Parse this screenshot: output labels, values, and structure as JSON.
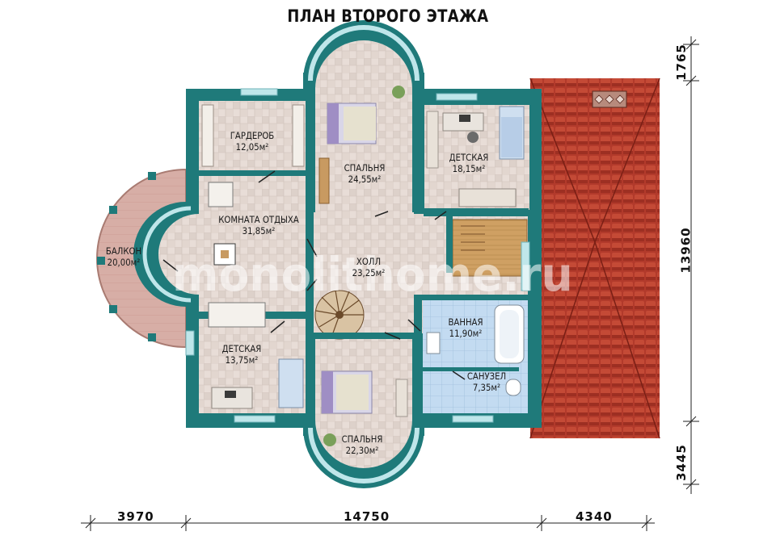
{
  "title": "ПЛАН ВТОРОГО ЭТАЖА",
  "watermark": "monolithome.ru",
  "rooms": [
    {
      "name": "ГАРДЕРОБ",
      "area": "12,05м²"
    },
    {
      "name": "СПАЛЬНЯ",
      "area": "24,55м²"
    },
    {
      "name": "ДЕТСКАЯ",
      "area": "18,15м²"
    },
    {
      "name": "КОМНАТА ОТДЫХА",
      "area": "31,85м²"
    },
    {
      "name": "БАЛКОН",
      "area": "20,00м²"
    },
    {
      "name": "ХОЛЛ",
      "area": "23,25м²"
    },
    {
      "name": "ВАННАЯ",
      "area": "11,90м²"
    },
    {
      "name": "ДЕТСКАЯ",
      "area": "13,75м²"
    },
    {
      "name": "САНУЗЕЛ",
      "area": "7,35м²"
    },
    {
      "name": "СПАЛЬНЯ",
      "area": "22,30м²"
    }
  ],
  "dimensions": {
    "bottom": [
      "3970",
      "14750",
      "4340"
    ],
    "right": [
      "1765",
      "13960",
      "3445"
    ]
  },
  "colors": {
    "wall": "#1f7a7a",
    "floor_tile": "#e6dcd6",
    "bath_tile": "#bcd6ee",
    "roof": "#b53a2a",
    "balcony": "#d4a9a1",
    "stairs_wood": "#c99a5a"
  }
}
